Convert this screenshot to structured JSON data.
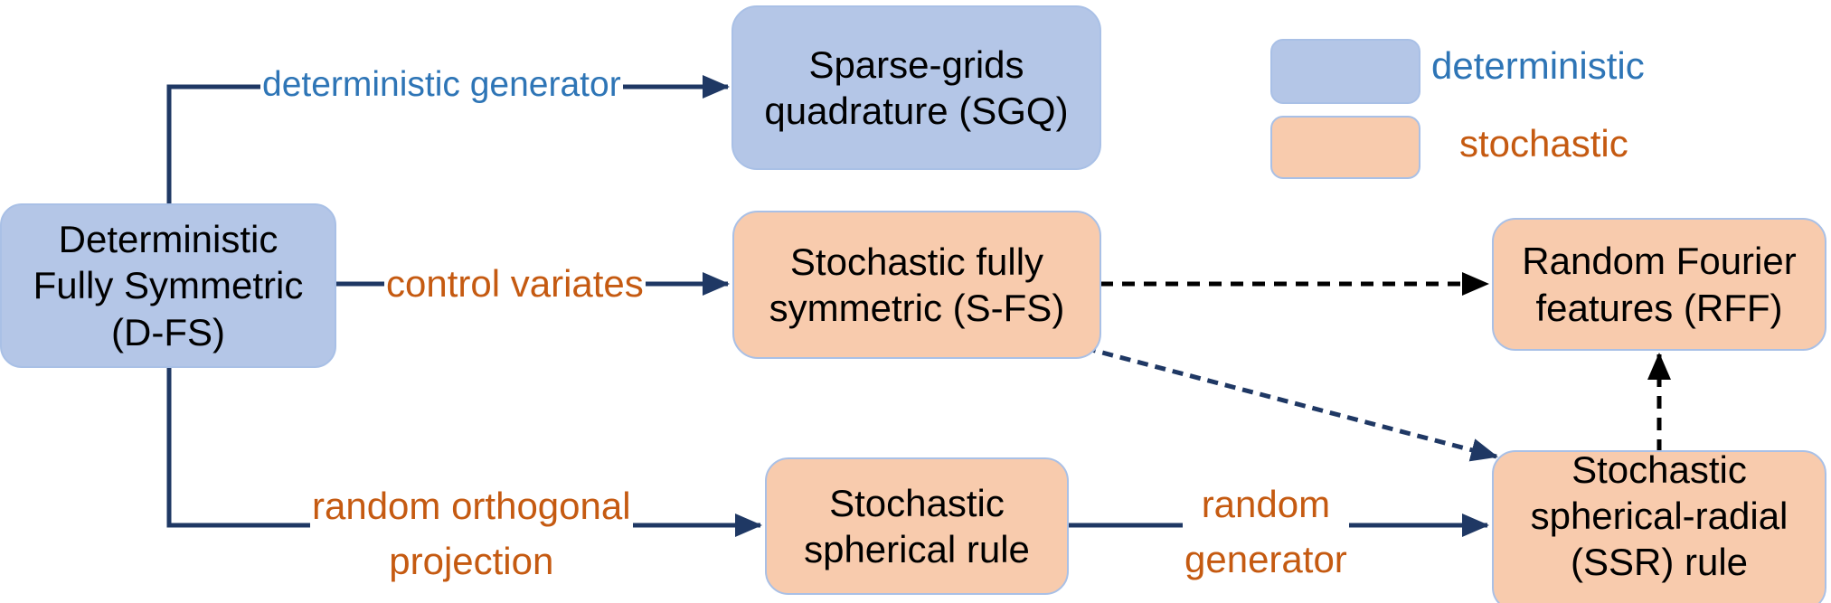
{
  "colors": {
    "deterministic_fill": "#b4c6e7",
    "stochastic_fill": "#f8cbad",
    "deterministic_text": "#2e75b6",
    "stochastic_text": "#c55a11",
    "arrow": "#1f3864",
    "dashed_arrow": "#000000"
  },
  "nodes": {
    "dfs": [
      "Deterministic",
      "Fully Symmetric",
      "(D-FS)"
    ],
    "sgq": [
      "Sparse-grids",
      "quadrature (SGQ)"
    ],
    "sfs": [
      "Stochastic fully",
      "symmetric (S-FS)"
    ],
    "ssr_sph": [
      "Stochastic",
      "spherical rule"
    ],
    "rff": [
      "Random Fourier",
      "features (RFF)"
    ],
    "ssr": [
      "Stochastic",
      "spherical-radial",
      "(SSR) rule"
    ]
  },
  "edges": {
    "det_gen": [
      "deterministic generator"
    ],
    "control_variates": [
      "control variates"
    ],
    "random_orth": [
      "random orthogonal",
      "projection"
    ],
    "random_gen": [
      "random",
      "generator"
    ]
  },
  "legend": {
    "deterministic": "deterministic",
    "stochastic": "stochastic"
  }
}
